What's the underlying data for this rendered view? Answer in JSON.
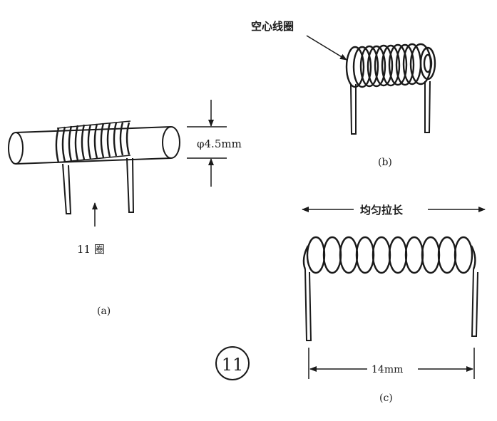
{
  "figure_number": "11",
  "panel_a": {
    "diameter_label": "φ4.5mm",
    "turns_label": "11 圈",
    "caption": "(a)"
  },
  "panel_b": {
    "coil_label": "空心线圈",
    "caption": "(b)"
  },
  "panel_c": {
    "stretch_label": "均匀拉长",
    "length_label": "14mm",
    "caption": "(c)"
  }
}
